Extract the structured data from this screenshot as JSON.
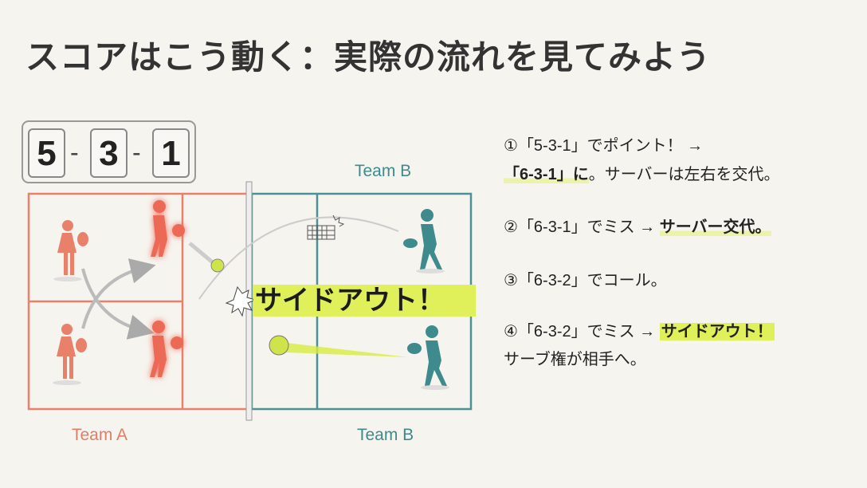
{
  "title": "スコアはこう動く：実際の流れを見てみよう",
  "scoreboard": {
    "digits": [
      "5",
      "3",
      "1"
    ],
    "separator": "-"
  },
  "court": {
    "team_a_label": "Team A",
    "team_b_top_label": "Team B",
    "team_b_bottom_label": "Team B",
    "banner": "サイドアウト！",
    "colors": {
      "team_a": "#e27c66",
      "team_b": "#3e8a8c",
      "highlight": "#dff05a"
    }
  },
  "steps": [
    {
      "num": "①",
      "text": "「5-3-1」でポイント！ →",
      "line2_bold": "「6-3-1」に",
      "line2_rest": "。サーバーは左右を交代。"
    },
    {
      "num": "②",
      "text": "「6-3-1」でミス → ",
      "bold": "サーバー交代。"
    },
    {
      "num": "③",
      "text": "「6-3-2」でコール。"
    },
    {
      "num": "④",
      "text": "「6-3-2」でミス → ",
      "bold": "サイドアウト！",
      "line2": "サーブ権が相手へ。"
    }
  ]
}
